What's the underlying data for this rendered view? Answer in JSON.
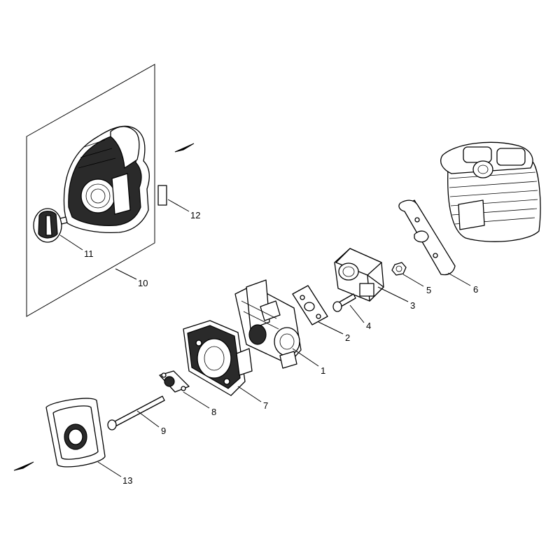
{
  "callouts": [
    {
      "id": "1",
      "text": "1"
    },
    {
      "id": "2",
      "text": "2"
    },
    {
      "id": "3",
      "text": "3"
    },
    {
      "id": "4",
      "text": "4"
    },
    {
      "id": "5",
      "text": "5"
    },
    {
      "id": "6",
      "text": "6"
    },
    {
      "id": "7",
      "text": "7"
    },
    {
      "id": "8",
      "text": "8"
    },
    {
      "id": "9",
      "text": "9"
    },
    {
      "id": "10",
      "text": "10"
    },
    {
      "id": "11",
      "text": "11"
    },
    {
      "id": "12",
      "text": "12"
    },
    {
      "id": "13",
      "text": "13"
    }
  ],
  "colors": {
    "line": "#000000",
    "background": "#ffffff",
    "fill_dark": "#2a2a2a"
  }
}
